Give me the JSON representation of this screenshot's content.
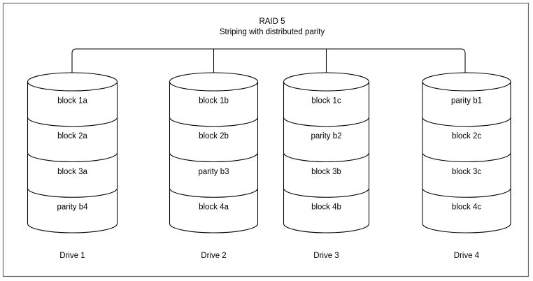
{
  "diagram": {
    "title_line1": "RAID 5",
    "title_line2": "Striping with distributed parity",
    "frame_color": "#6e6e6e",
    "line_color": "#000000",
    "fill_color": "#ffffff",
    "drives": [
      {
        "label": "Drive 1",
        "blocks": [
          "block 1a",
          "block 2a",
          "block 3a",
          "parity b4"
        ]
      },
      {
        "label": "Drive 2",
        "blocks": [
          "block 1b",
          "block 2b",
          "parity b3",
          "block 4a"
        ]
      },
      {
        "label": "Drive 3",
        "blocks": [
          "block 1c",
          "parity b2",
          "block 3b",
          "block 4b"
        ]
      },
      {
        "label": "Drive 4",
        "blocks": [
          "parity b1",
          "block 2c",
          "block 3c",
          "block 4c"
        ]
      }
    ]
  }
}
